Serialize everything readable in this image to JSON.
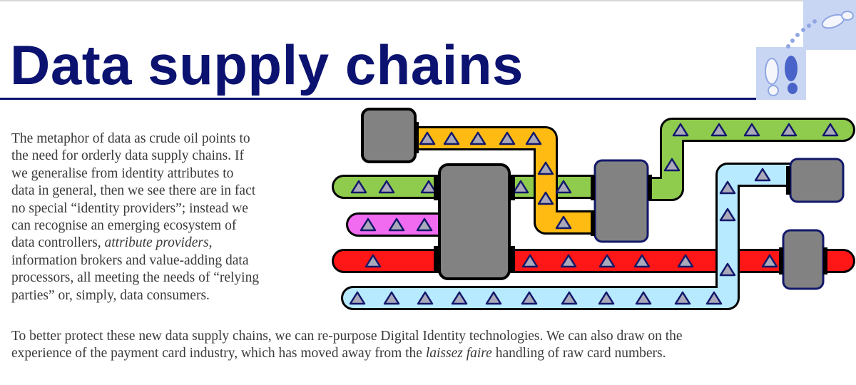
{
  "slide": {
    "title": "Data supply chains",
    "paragraph_lines": [
      {
        "text": "The metaphor of data as crude oil points to"
      },
      {
        "text": "the need for orderly data supply chains. If"
      },
      {
        "text": "we generalise from identity attributes to"
      },
      {
        "text": "data in general, then we see there are in fact"
      },
      {
        "text": "no special “identity providers”; instead we"
      },
      {
        "text": "can recognise an emerging ecosystem of"
      },
      {
        "pre": "data controllers, ",
        "em": "attribute providers",
        "post": ","
      },
      {
        "text": "information brokers and value-adding data"
      },
      {
        "text": "processors, all meeting the needs of “relying"
      },
      {
        "text": "parties” or, simply, data consumers."
      }
    ],
    "footer_lines": [
      {
        "text": "To better protect these new data supply chains, we can re-purpose Digital Identity technologies.  We can also draw on the"
      },
      {
        "pre": "experience of the payment card industry, which has moved away from the ",
        "em": "laissez faire",
        "post": " handling of raw card numbers."
      }
    ]
  },
  "logo": {
    "icon": "footprints-icon",
    "colors": {
      "panel": "#c9d6f3",
      "step": "#8fa6e3",
      "shoe_light": "#f4f6fb",
      "shoe_dark": "#4a63c8"
    }
  },
  "diagram": {
    "icon": "conveyor-belt-diagram",
    "colors": {
      "orange": "#ffbb11",
      "green": "#8fcb4d",
      "magenta": "#f06bef",
      "red": "#ff1616",
      "cyan": "#b7e9ff",
      "node": "#828282",
      "triangle_fill": "#a9a9ba",
      "triangle_stroke": "#12186a",
      "outline": "#000000"
    }
  }
}
